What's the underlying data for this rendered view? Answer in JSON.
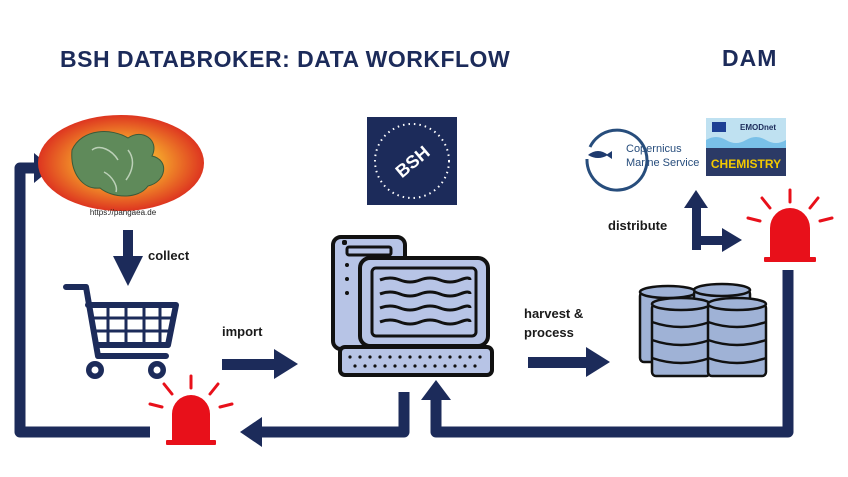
{
  "header": {
    "title": "BSH DATABROKER: DATA WORKFLOW",
    "logo_text": "DAM"
  },
  "source": {
    "url": "https://pangaea.de"
  },
  "bsh_logo_text": "BSH",
  "destinations": {
    "copernicus_line1": "Copernicus",
    "copernicus_line2": "Marine Service",
    "emodnet_name": "EMODnet",
    "emodnet_theme": "CHEMISTRY"
  },
  "steps": {
    "collect": "collect",
    "import": "import",
    "harvest_line1": "harvest &",
    "harvest_line2": "process",
    "distribute": "distribute"
  },
  "colors": {
    "navy": "#1c2b5a",
    "alarm_red": "#e8101a",
    "computer_fill": "#b7c4e6",
    "disk_fill": "#9fb2d6"
  }
}
